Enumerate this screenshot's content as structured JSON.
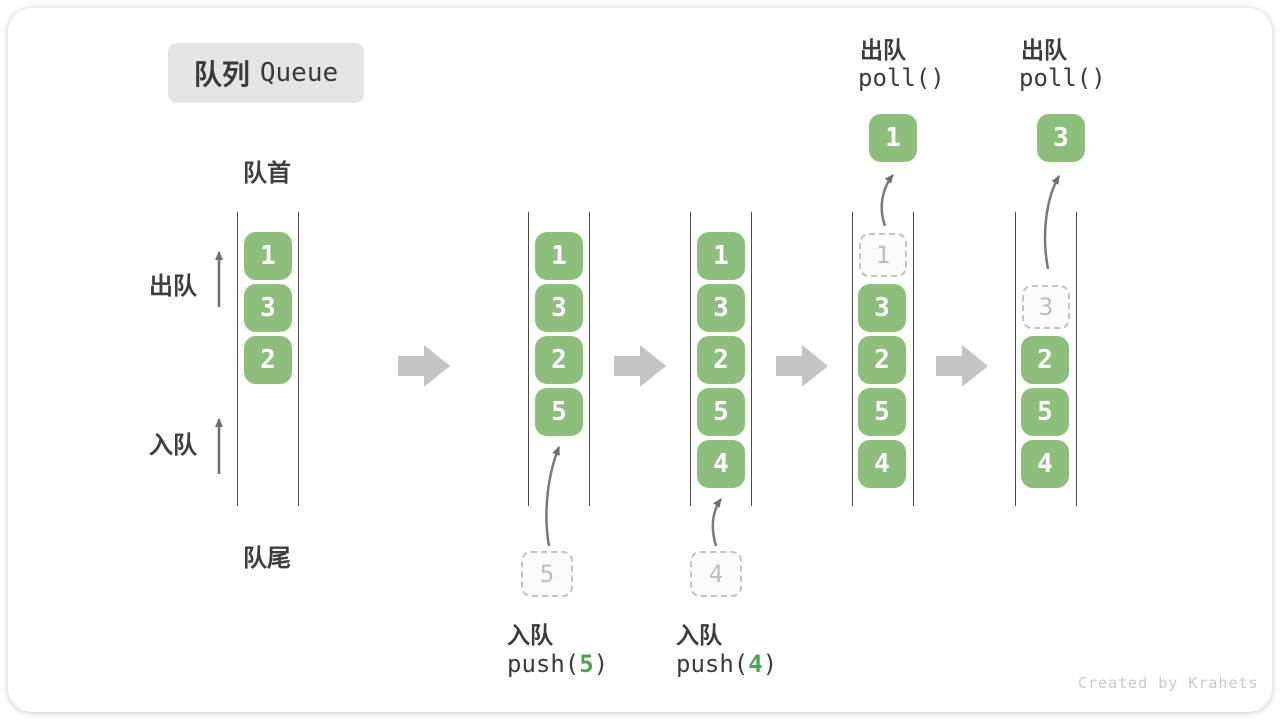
{
  "title": {
    "zh": "队列",
    "en": "Queue"
  },
  "side_labels": {
    "front": "队首",
    "rear": "队尾",
    "dequeue": "出队",
    "enqueue": "入队"
  },
  "columns": [
    {
      "blocks": [
        "1",
        "3",
        "2"
      ]
    },
    {
      "blocks": [
        "1",
        "3",
        "2",
        "5"
      ],
      "incoming": "5"
    },
    {
      "blocks": [
        "1",
        "3",
        "2",
        "5",
        "4"
      ],
      "incoming": "4"
    },
    {
      "blocks": [
        "3",
        "2",
        "5",
        "4"
      ],
      "ghost": "1",
      "popped": "1"
    },
    {
      "blocks": [
        "2",
        "5",
        "4"
      ],
      "ghost": "3",
      "popped": "3"
    }
  ],
  "operations": {
    "push5": {
      "label": "入队",
      "code_pre": "push(",
      "arg": "5",
      "code_post": ")"
    },
    "push4": {
      "label": "入队",
      "code_pre": "push(",
      "arg": "4",
      "code_post": ")"
    },
    "poll_first": {
      "label": "出队",
      "code": "poll()"
    },
    "poll_second": {
      "label": "出队",
      "code": "poll()"
    }
  },
  "watermark": "Created by Krahets",
  "colors": {
    "block_green": "#8DBE7C",
    "code_arg_green": "#4EA34E",
    "big_arrow_gray": "#C4C4C4",
    "thin_arrow_gray": "#6E6E6E",
    "channel_line": "#4A4A4A",
    "title_bg": "#E5E5E5"
  }
}
